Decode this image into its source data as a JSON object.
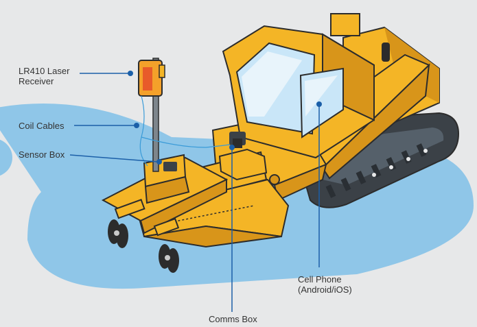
{
  "diagram": {
    "labels": {
      "laser_receiver": [
        "LR410 Laser",
        "Receiver"
      ],
      "coil_cables": "Coil Cables",
      "sensor_box": "Sensor Box",
      "cell_phone": [
        "Cell Phone",
        "(Android/iOS)"
      ],
      "comms_box": "Comms Box"
    }
  },
  "colors": {
    "background": "#e7e8e9",
    "ground_zone": "#8fc6e8",
    "machine_yellow": "#f4b526",
    "machine_shadow": "#d8951a",
    "track_dark": "#3b4147",
    "glass": "#c9e6f8",
    "callout_line": "#1b5fa8",
    "outline": "#2c2c2c"
  }
}
